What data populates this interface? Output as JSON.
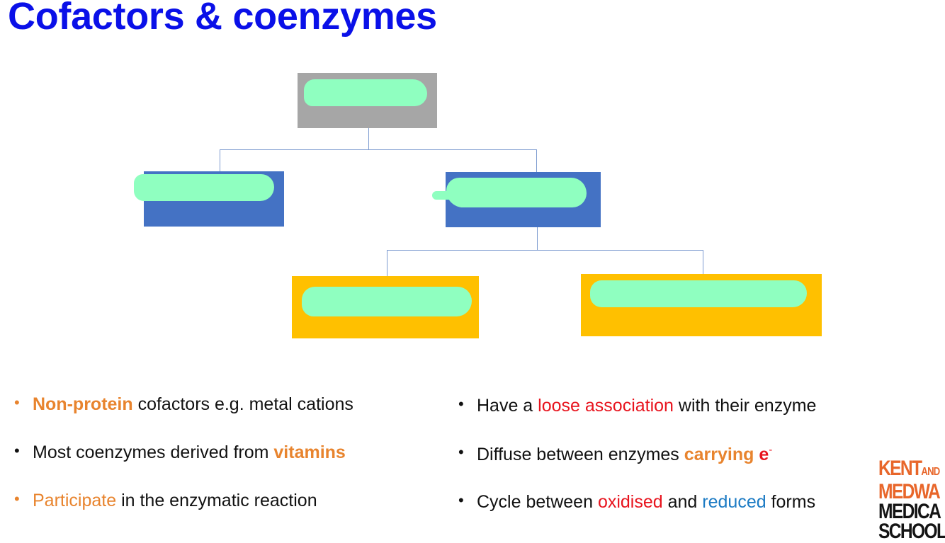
{
  "slide": {
    "title": "Cofactors & coenzymes"
  },
  "colors": {
    "title": "#0a10e8",
    "root_box": "#a6a6a6",
    "mid_box": "#4472c4",
    "leaf_box": "#ffc000",
    "redaction": "#8fffc0",
    "connector": "#7d9bd0"
  },
  "diagram": {
    "nodes": [
      {
        "id": "root",
        "level": 0,
        "label_redacted": true
      },
      {
        "id": "left-child",
        "level": 1,
        "label_redacted": true
      },
      {
        "id": "right-child",
        "level": 1,
        "label_redacted": true
      },
      {
        "id": "leaf-left",
        "level": 2,
        "label_redacted": true
      },
      {
        "id": "leaf-right",
        "level": 2,
        "label_redacted": true
      }
    ],
    "edges": [
      [
        "root",
        "left-child"
      ],
      [
        "root",
        "right-child"
      ],
      [
        "right-child",
        "leaf-left"
      ],
      [
        "right-child",
        "leaf-right"
      ]
    ]
  },
  "bullets_left": [
    {
      "a": "Non-protein",
      "b": " cofactors e.g. metal cations"
    },
    {
      "a": "Most coenzymes derived from ",
      "b": "vitamins"
    },
    {
      "a": "Participate",
      "b": " in the enzymatic reaction"
    }
  ],
  "bullets_right": [
    {
      "a": "Have a ",
      "b": "loose association",
      "c": " with their enzyme"
    },
    {
      "a": "Diffuse between enzymes ",
      "b": "carrying ",
      "c": "e",
      "d": "-"
    },
    {
      "a": "Cycle between ",
      "b": "oxidised",
      "c": " and ",
      "d": "reduced",
      "e": " forms"
    }
  ],
  "bullet_glyph": "•",
  "logo": {
    "line1": "KENT",
    "line1_small": "AND",
    "line2": "MEDWA",
    "line3": "MEDICA",
    "line4": "SCHOOL"
  }
}
